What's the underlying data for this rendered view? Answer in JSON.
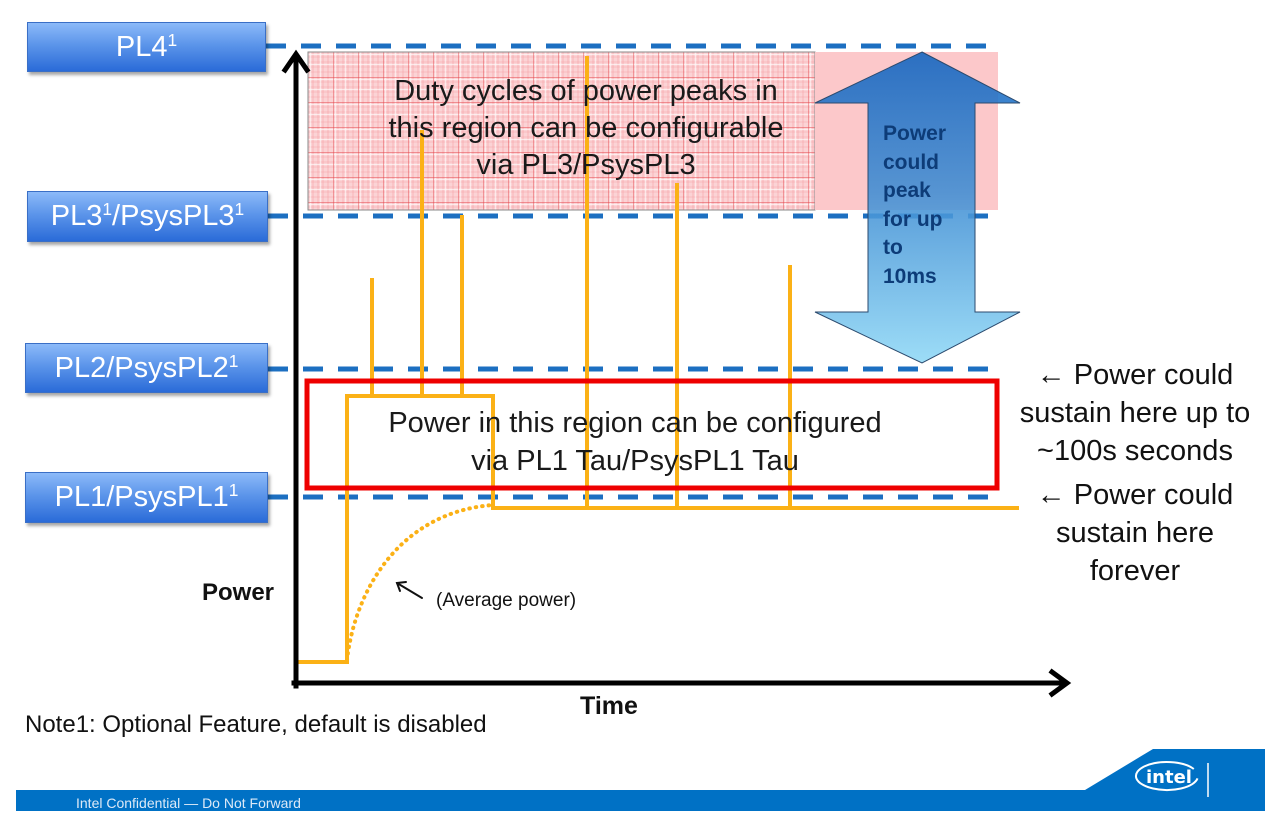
{
  "power_levels": [
    {
      "parts": [
        {
          "text": "PL4",
          "sup": "1"
        }
      ]
    },
    {
      "parts": [
        {
          "text": "PL3",
          "sup": "1"
        },
        {
          "text": "/PsysPL3",
          "sup": "1"
        }
      ]
    },
    {
      "parts": [
        {
          "text": "PL2/PsysPL2",
          "sup": "1"
        }
      ]
    },
    {
      "parts": [
        {
          "text": "PL1/PsysPL1",
          "sup": "1"
        }
      ]
    }
  ],
  "regions": {
    "pl3_region": {
      "lines": [
        "Duty cycles of power peaks in",
        "this region can be configurable",
        "via PL3/PsysPL3"
      ]
    },
    "pl1_tau_region": {
      "lines": [
        "Power in this region can be configured",
        "via PL1 Tau/PsysPL1 Tau"
      ]
    }
  },
  "peak_arrow": {
    "lines": [
      "Power",
      "could",
      "peak",
      "for up",
      "to",
      "10ms"
    ]
  },
  "annotations": {
    "pl2_sustain": [
      "← Power could",
      "sustain here up to",
      "~100s seconds"
    ],
    "pl1_sustain": [
      "← Power could",
      "sustain here",
      "forever"
    ],
    "average_power": "(Average power)"
  },
  "axes": {
    "y_label": "Power",
    "x_label": "Time"
  },
  "note": "Note1: Optional Feature, default is disabled",
  "footer": {
    "confidentiality": "Intel Confidential — Do Not Forward",
    "logo_text": "intel"
  },
  "colors": {
    "dashed_line": "#1c6fc1",
    "waveform": "#fbb116",
    "pl1_region_border": "#ee0000",
    "pl3_region_fill": "#fcc8ca",
    "footer_band": "#0071c5",
    "peak_text": "#0d3c78"
  }
}
